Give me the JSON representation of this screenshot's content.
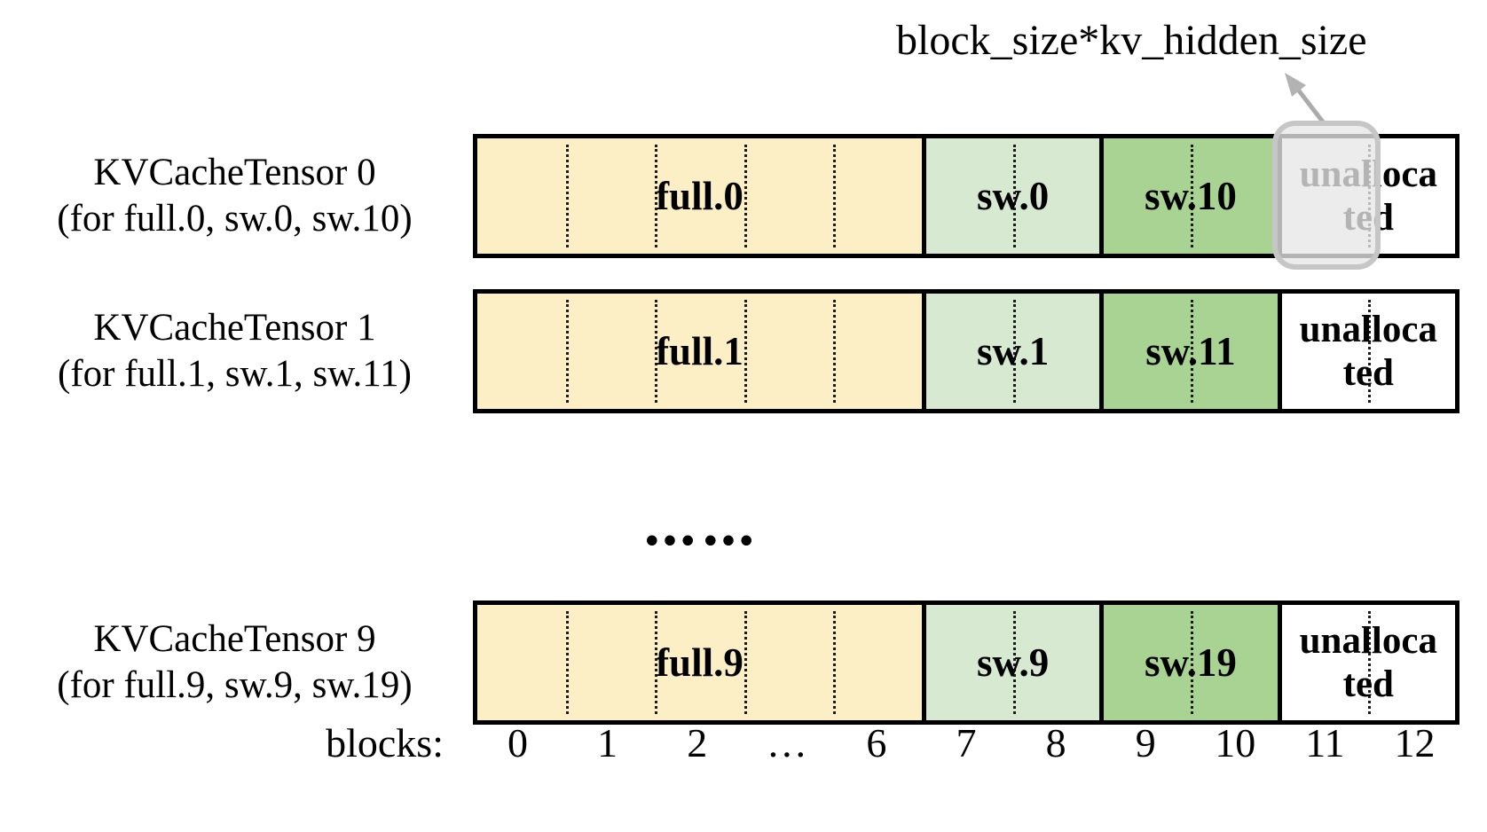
{
  "annotation": {
    "label": "block_size*kv_hidden_size"
  },
  "colors": {
    "full_block": "#FCEEC5",
    "sw_early_block": "#D7E9D1",
    "sw_late_block": "#A9D392",
    "unallocated_block": "#FFFFFF",
    "bar_border": "#000000",
    "highlight_border": "#C6C6C6",
    "highlight_fill": "rgba(231,231,231,0.78)",
    "arrow": "#ABABAB",
    "text": "#000000"
  },
  "tensors": [
    {
      "name": "KVCacheTensor 0",
      "subtitle": "(for full.0, sw.0, sw.10)",
      "segments": [
        {
          "label": "full.0"
        },
        {
          "label": "sw.0"
        },
        {
          "label": "sw.10"
        },
        {
          "label": "unalloca\nted"
        }
      ]
    },
    {
      "name": "KVCacheTensor 1",
      "subtitle": "(for full.1, sw.1, sw.11)",
      "segments": [
        {
          "label": "full.1"
        },
        {
          "label": "sw.1"
        },
        {
          "label": "sw.11"
        },
        {
          "label": "unalloca\nted"
        }
      ]
    },
    {
      "name": "KVCacheTensor 9",
      "subtitle": "(for full.9, sw.9, sw.19)",
      "segments": [
        {
          "label": "full.9"
        },
        {
          "label": "sw.9"
        },
        {
          "label": "sw.19"
        },
        {
          "label": "unalloca\nted"
        }
      ]
    }
  ],
  "ellipsis": "……",
  "blocks_axis": {
    "label": "blocks:",
    "ticks": [
      "0",
      "1",
      "2",
      "…",
      "6",
      "7",
      "8",
      "9",
      "10",
      "11",
      "12"
    ]
  }
}
